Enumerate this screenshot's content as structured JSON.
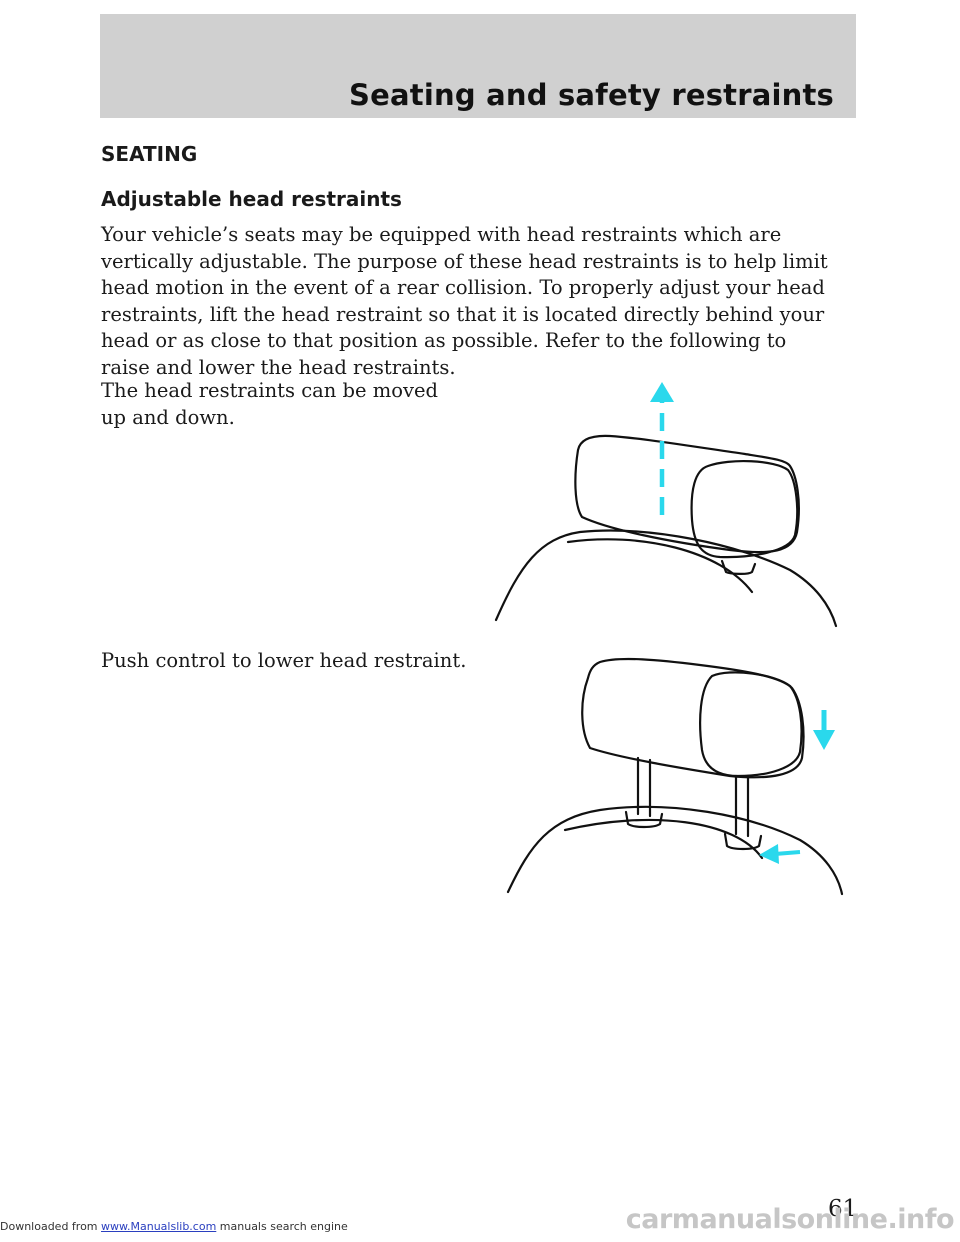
{
  "header": {
    "title": "Seating and safety restraints"
  },
  "section": {
    "heading": "SEATING"
  },
  "subsection": {
    "heading": "Adjustable head restraints"
  },
  "body": {
    "paragraph_lines": [
      "Your vehicle’s seats may be equipped with head restraints which are",
      "vertically adjustable. The purpose of these head restraints is to help limit",
      "head motion in the event of a rear collision. To properly adjust your head",
      "restraints, lift the head restraint so that it is located directly behind your",
      "head or as close to that position as possible. Refer to the following to",
      "raise and lower the head restraints."
    ]
  },
  "figures": {
    "fig1_caption_lines": [
      "The head restraints can be moved",
      "up and down."
    ],
    "fig2_caption": "Push control to lower head restraint.",
    "arrow_color": "#2ad8ec",
    "line_color": "#111111"
  },
  "footer": {
    "prefix": "Downloaded from",
    "link": "www.Manualslib.com",
    "suffix": " manuals search engine"
  },
  "page_number": "61",
  "watermark": "carmanualsonline.info",
  "colors": {
    "banner": "#d0d0d0",
    "text": "#1a1a1a"
  }
}
